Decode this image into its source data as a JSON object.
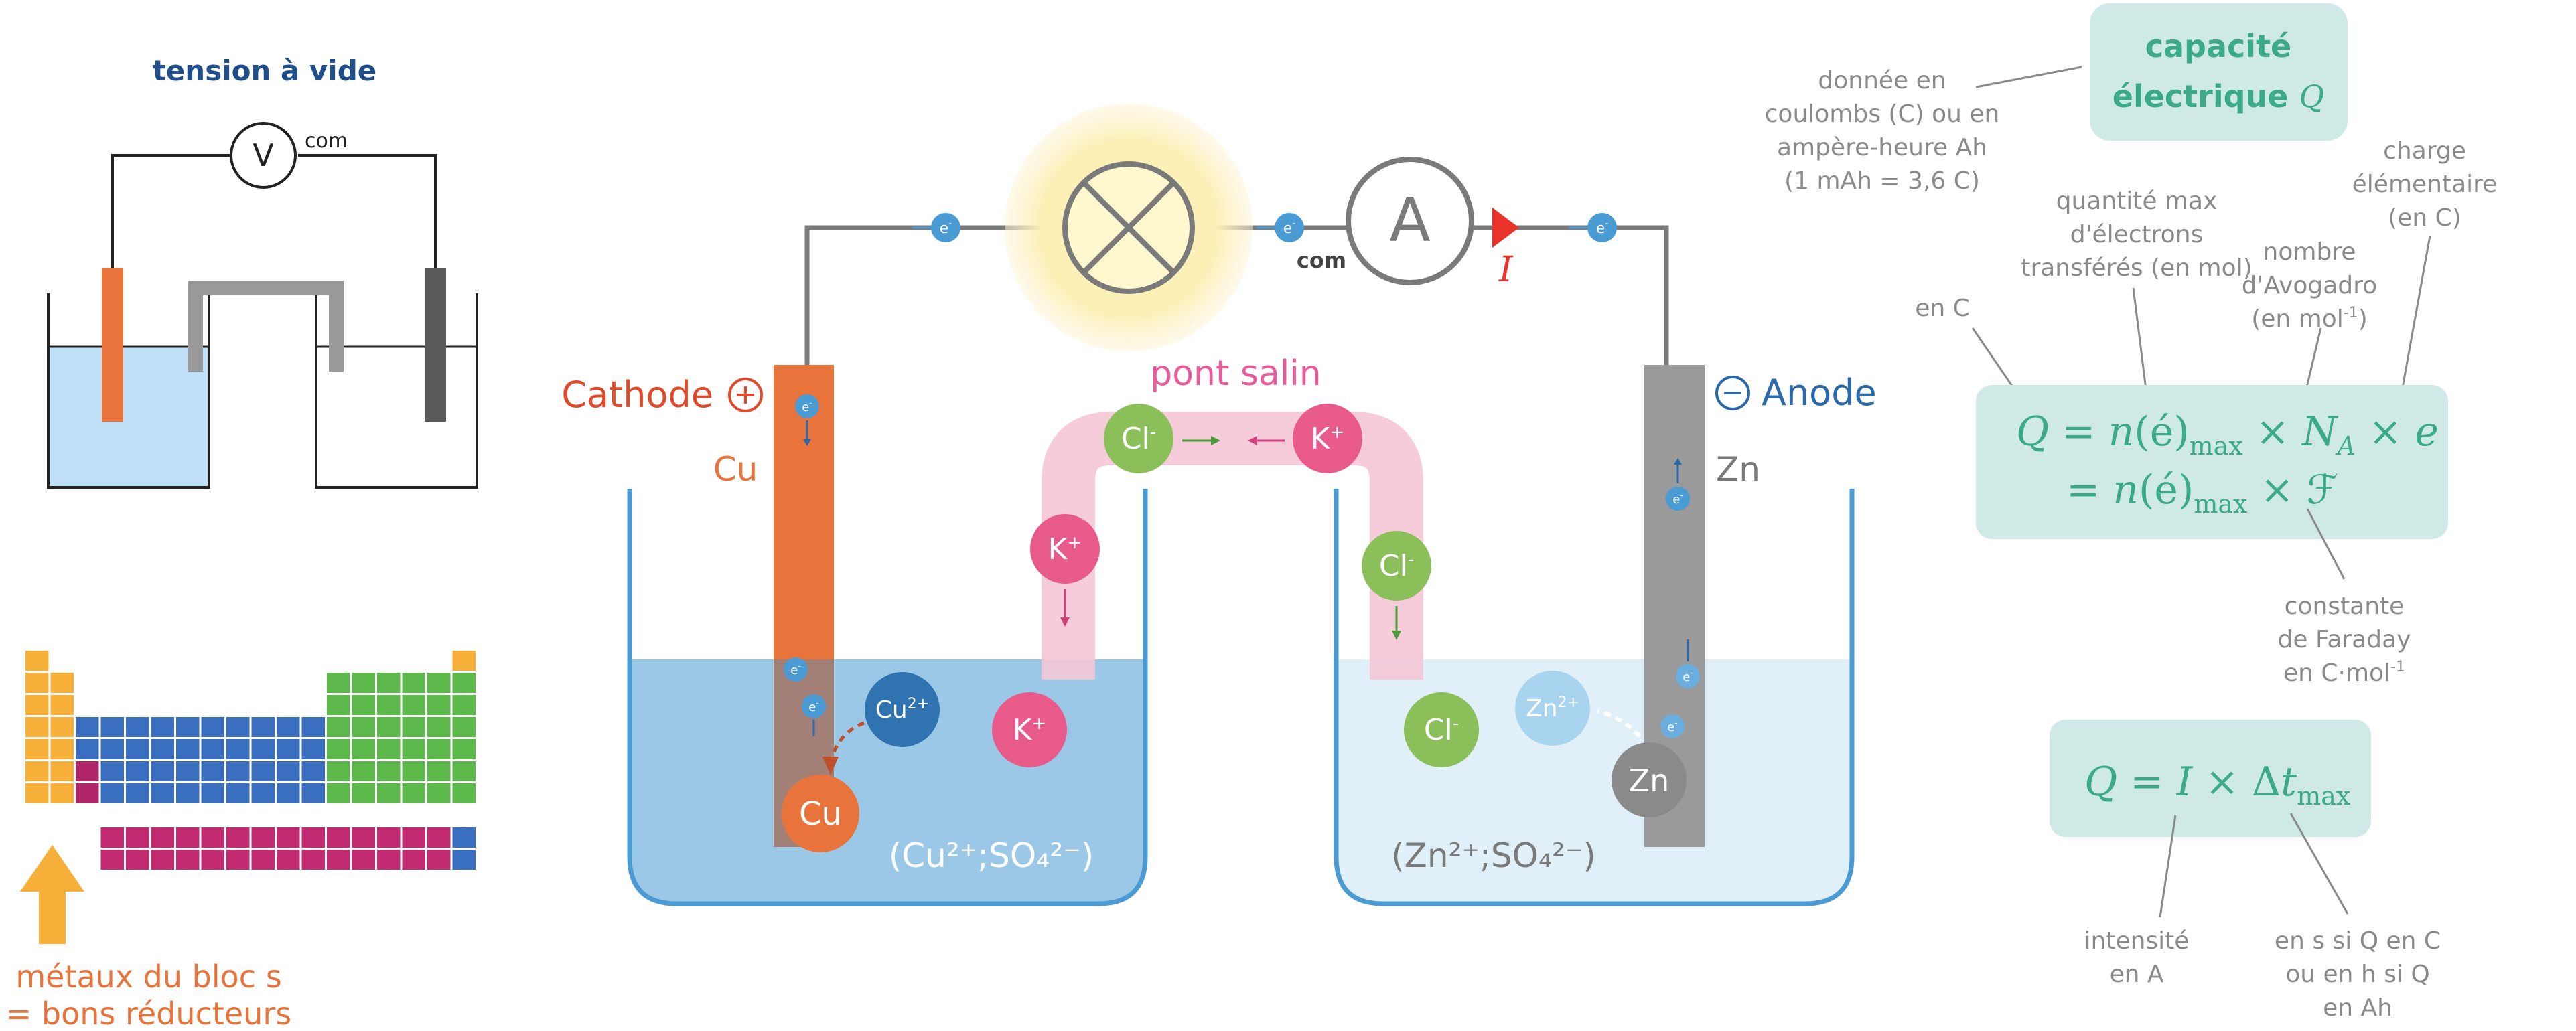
{
  "left_diagram": {
    "title": "tension à vide",
    "voltmeter_symbol": "V",
    "com_label": "com"
  },
  "periodic_table": {
    "caption_line1": "métaux du bloc s",
    "caption_line2": "= bons réducteurs"
  },
  "cell": {
    "cathode_label": "Cathode",
    "cathode_sign": "+",
    "anode_label": "Anode",
    "anode_sign": "−",
    "cathode_metal": "Cu",
    "anode_metal": "Zn",
    "salt_bridge_label": "pont salin",
    "ammeter_symbol": "A",
    "com_label": "com",
    "current_symbol": "I",
    "electron": "e",
    "electron_charge": "-",
    "ions": {
      "cl": "Cl",
      "cl_charge": "-",
      "k": "K",
      "k_charge": "+",
      "cu_ion": "Cu",
      "cu_charge": "2+",
      "zn_ion": "Zn",
      "zn_charge": "2+",
      "cu_atom": "Cu",
      "zn_atom": "Zn"
    },
    "left_solution": "(Cu²⁺;SO₄²⁻)",
    "right_solution": "(Zn²⁺;SO₄²⁻)"
  },
  "right_panel": {
    "title_line1": "capacité",
    "title_line2": "électrique",
    "title_symbol": "Q",
    "note_units": [
      "donnée en",
      "coulombs (C) ou en",
      "ampère-heure Ah",
      "(1 mAh = 3,6 C)"
    ],
    "note_charge": [
      "charge",
      "élémentaire",
      "(en C)"
    ],
    "note_qmax": [
      "quantité max",
      "d'électrons",
      "transférés (en mol)"
    ],
    "note_avogadro": [
      "nombre",
      "d'Avogadro",
      "(en mol"
    ],
    "note_avogadro_exp": "-1",
    "note_avogadro_close": ")",
    "note_enc": "en C",
    "formula1_line1": "Q = n(é)max × NA × e",
    "formula1_line2": "= n(é)max × ℱ",
    "note_faraday": [
      "constante",
      "de Faraday",
      "en C·mol"
    ],
    "note_faraday_exp": "-1",
    "formula2": "Q = I × Δtmax",
    "note_intensity": [
      "intensité",
      "en A"
    ],
    "note_time": [
      "en s si Q en C",
      "ou en h si Q",
      "en Ah"
    ]
  },
  "colors": {
    "cathode": "#e8743b",
    "anode": "#9a9a9a",
    "electron": "#4a9ad4",
    "cl_ion": "#8bbf5a",
    "k_ion": "#e85a8a",
    "salt_bridge": "#f5c6d6",
    "left_solution": "#9cc8e8",
    "right_solution": "#e0eff8",
    "panel_bg": "#cfe9e6",
    "panel_text": "#3aaa8a",
    "title_blue": "#1f4e8a",
    "orange_text": "#e8743b"
  }
}
